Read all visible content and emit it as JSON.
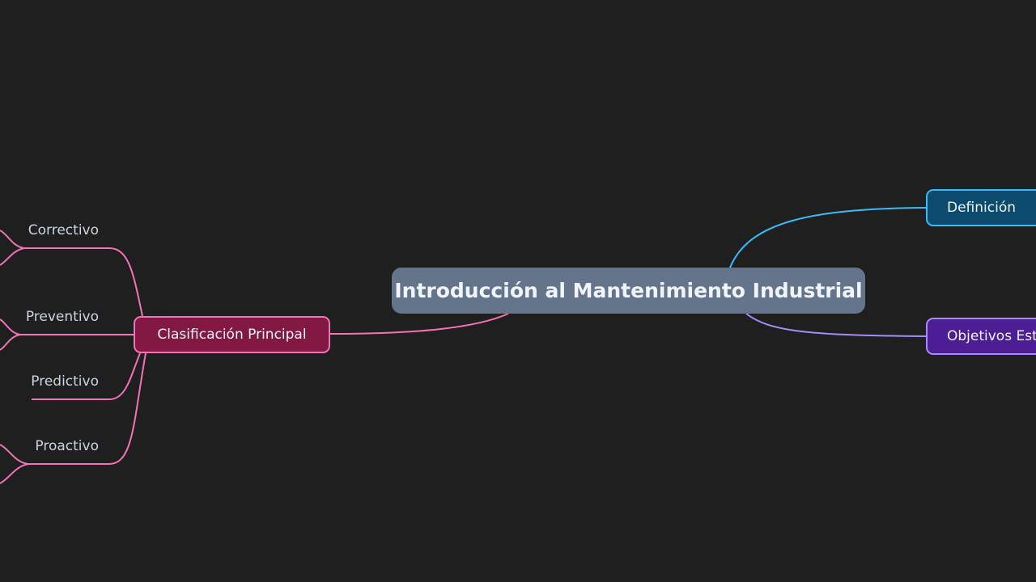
{
  "root": {
    "label": "Introducción al Mantenimiento Industrial",
    "color": "#64748b"
  },
  "branches": {
    "clasificacion": {
      "label": "Clasificación Principal",
      "color": "#f472b6",
      "children": [
        "Correctivo",
        "Preventivo",
        "Predictivo",
        "Proactivo"
      ]
    },
    "definicion": {
      "label": "Definición",
      "color": "#38bdf8"
    },
    "objetivos": {
      "label": "Objetivos Est",
      "color": "#a78bfa"
    }
  }
}
